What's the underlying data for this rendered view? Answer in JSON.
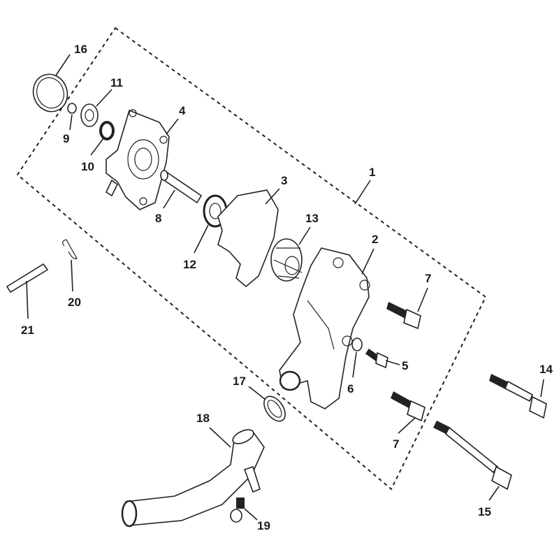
{
  "title": "Water pump exploded parts diagram",
  "callouts": {
    "c1": "1",
    "c2": "2",
    "c3": "3",
    "c4": "4",
    "c5": "5",
    "c6": "6",
    "c7a": "7",
    "c7b": "7",
    "c8": "8",
    "c9": "9",
    "c10": "10",
    "c11": "11",
    "c12": "12",
    "c13": "13",
    "c14": "14",
    "c15": "15",
    "c16": "16",
    "c17": "17",
    "c18": "18",
    "c19": "19",
    "c20": "20",
    "c21": "21"
  }
}
